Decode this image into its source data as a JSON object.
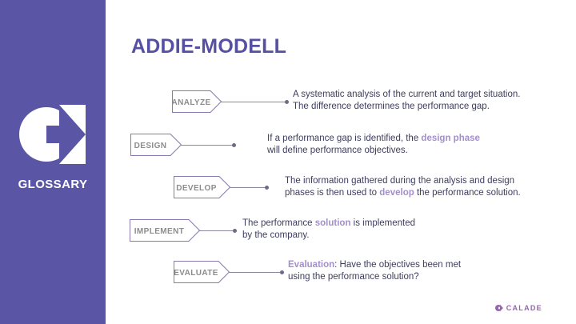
{
  "colors": {
    "sidebar": "#5a56a5",
    "title": "#5650a2",
    "highlight": "#a38fca",
    "body_text": "#3e3d5f",
    "tag_border": "#8a79b1",
    "tag_text": "#8c8c8c",
    "connector": "#8b889f",
    "dot": "#6e6b87",
    "brand": "#9565ae"
  },
  "sidebar": {
    "label": "GLOSSARY"
  },
  "title": "ADDIE-MODELL",
  "rows": [
    {
      "label": "ANALYZE",
      "description": [
        {
          "t": "A systematic analysis of the current and target situation.\nThe difference determines the performance gap."
        }
      ]
    },
    {
      "label": "DESIGN",
      "description": [
        {
          "t": "If a performance gap is identified, the "
        },
        {
          "t": "design phase",
          "hl": true
        },
        {
          "t": "\nwill define performance objectives."
        }
      ]
    },
    {
      "label": "DEVELOP",
      "description": [
        {
          "t": "The information gathered during the analysis and design\nphases is then used to "
        },
        {
          "t": "develop",
          "hl": true
        },
        {
          "t": " the performance solution."
        }
      ]
    },
    {
      "label": "IMPLEMENT",
      "description": [
        {
          "t": "The performance "
        },
        {
          "t": "solution",
          "hl": true
        },
        {
          "t": " is implemented\nby the company."
        }
      ]
    },
    {
      "label": "EVALUATE",
      "description": [
        {
          "t": "Evaluation",
          "hl": true
        },
        {
          "t": ": Have the objectives been met\nusing the performance solution?"
        }
      ]
    }
  ],
  "footer": {
    "brand": "CALADE"
  }
}
